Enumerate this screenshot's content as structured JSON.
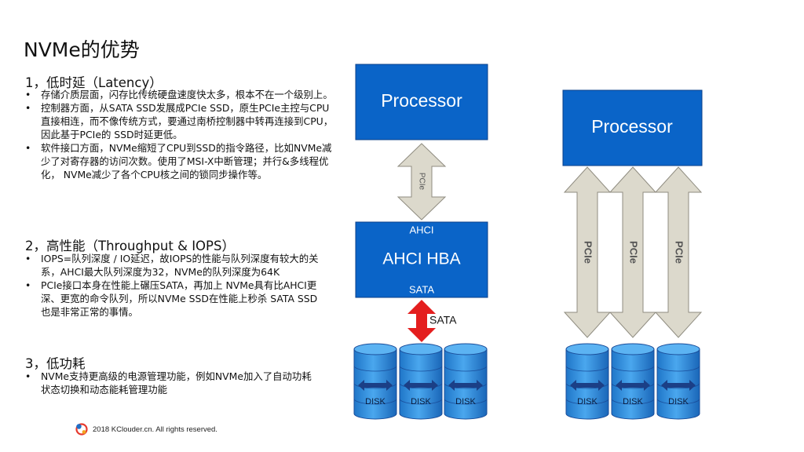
{
  "title": "NVMe的优势",
  "sections": [
    {
      "heading": "1，低时延（Latency）",
      "bullets": [
        "存储介质层面，闪存比传统硬盘速度快太多，根本不在一个级别上。",
        "控制器方面，从SATA SSD发展成PCIe SSD，原生PCIe主控与CPU直接相连，而不像传统方式，要通过南桥控制器中转再连接到CPU，因此基于PCIe的 SSD时延更低。",
        "软件接口方面，NVMe缩短了CPU到SSD的指令路径，比如NVMe减少了对寄存器的访问次数。使用了MSI-X中断管理；并行&多线程优化， NVMe减少了各个CPU核之间的锁同步操作等。"
      ]
    },
    {
      "heading": "2，高性能（Throughput & IOPS）",
      "bullets": [
        "IOPS=队列深度 / IO延迟，故IOPS的性能与队列深度有较大的关系，AHCI最大队列深度为32，NVMe的队列深度为64K",
        "PCIe接口本身在性能上碾压SATA，再加上 NVMe具有比AHCI更深、更宽的命令队列，所以NVMe SSD在性能上秒杀 SATA SSD也是非常正常的事情。"
      ]
    },
    {
      "heading": "3，低功耗",
      "bullets": [
        "NVMe支持更高级的电源管理功能，例如NVMe加入了自动功耗状态切换和动态能耗管理功能"
      ]
    }
  ],
  "footer": {
    "copyright": "2018 KClouder.cn. All rights reserved."
  },
  "diagram": {
    "left": {
      "processor_label": "Processor",
      "pcie_label": "PCIe",
      "ahci_port_label": "AHCI",
      "hba_label": "AHCI HBA",
      "sata_port_label": "SATA",
      "sata_link_label": "SATA",
      "disks": [
        "DISK",
        "DISK",
        "DISK"
      ]
    },
    "right": {
      "processor_label": "Processor",
      "pcie_labels": [
        "PCIe",
        "PCIe",
        "PCIe"
      ],
      "disks": [
        "DISK",
        "DISK",
        "DISK"
      ]
    },
    "colors": {
      "box_fill": "#0a64c8",
      "box_border": "#0b3f8a",
      "box_text": "#ffffff",
      "arrow_fill": "#dcd9cc",
      "arrow_stroke": "#8f8c80",
      "sata_arrow": "#e41e1e",
      "disk_fill": "#2f8ee0",
      "disk_top": "#5cb3f2",
      "disk_stroke": "#1a4d9a"
    }
  }
}
